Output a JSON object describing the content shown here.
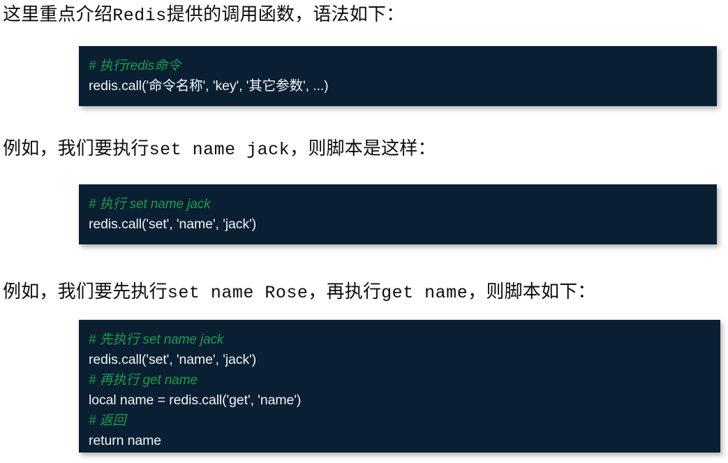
{
  "document": {
    "background_color": "#ffffff",
    "text_color": "#0d0d0d",
    "code_background_color": "#0b1f33",
    "code_text_color": "#f2f5f7",
    "code_comment_color": "#1e9b4e"
  },
  "paragraphs": [
    {
      "id": "prose-1",
      "segments": [
        {
          "text": "这里重点介绍",
          "style": "serif"
        },
        {
          "text": "Redis",
          "style": "mono"
        },
        {
          "text": "提供的调用函数，语法如下：",
          "style": "serif"
        }
      ],
      "plain": "这里重点介绍Redis提供的调用函数，语法如下："
    },
    {
      "id": "prose-2",
      "segments": [
        {
          "text": "例如，我们要执行",
          "style": "serif"
        },
        {
          "text": "set name jack",
          "style": "mono"
        },
        {
          "text": "，则脚本是这样：",
          "style": "serif"
        }
      ],
      "plain": "例如，我们要执行set name jack，则脚本是这样："
    },
    {
      "id": "prose-3",
      "segments": [
        {
          "text": "例如，我们要先执行",
          "style": "serif"
        },
        {
          "text": "set name Rose",
          "style": "mono"
        },
        {
          "text": "，再执行",
          "style": "serif"
        },
        {
          "text": "get name",
          "style": "mono"
        },
        {
          "text": "，则脚本如下：",
          "style": "serif"
        }
      ],
      "plain": "例如，我们要先执行set name Rose，再执行get name，则脚本如下："
    }
  ],
  "code_blocks": [
    {
      "id": "code-block-1",
      "lines": [
        {
          "text": "# 执行redis命令",
          "kind": "comment"
        },
        {
          "text": "redis.call('命令名称', 'key', '其它参数', ...)",
          "kind": "code"
        }
      ]
    },
    {
      "id": "code-block-2",
      "lines": [
        {
          "text": "# 执行 set name jack",
          "kind": "comment"
        },
        {
          "text": "redis.call('set', 'name', 'jack')",
          "kind": "code"
        }
      ]
    },
    {
      "id": "code-block-3",
      "lines": [
        {
          "text": "# 先执行 set name jack",
          "kind": "comment"
        },
        {
          "text": "redis.call('set', 'name', 'jack')",
          "kind": "code"
        },
        {
          "text": "# 再执行 get name",
          "kind": "comment"
        },
        {
          "text": "local name = redis.call('get', 'name')",
          "kind": "code"
        },
        {
          "text": "# 返回",
          "kind": "comment"
        },
        {
          "text": "return name",
          "kind": "code"
        }
      ]
    }
  ]
}
